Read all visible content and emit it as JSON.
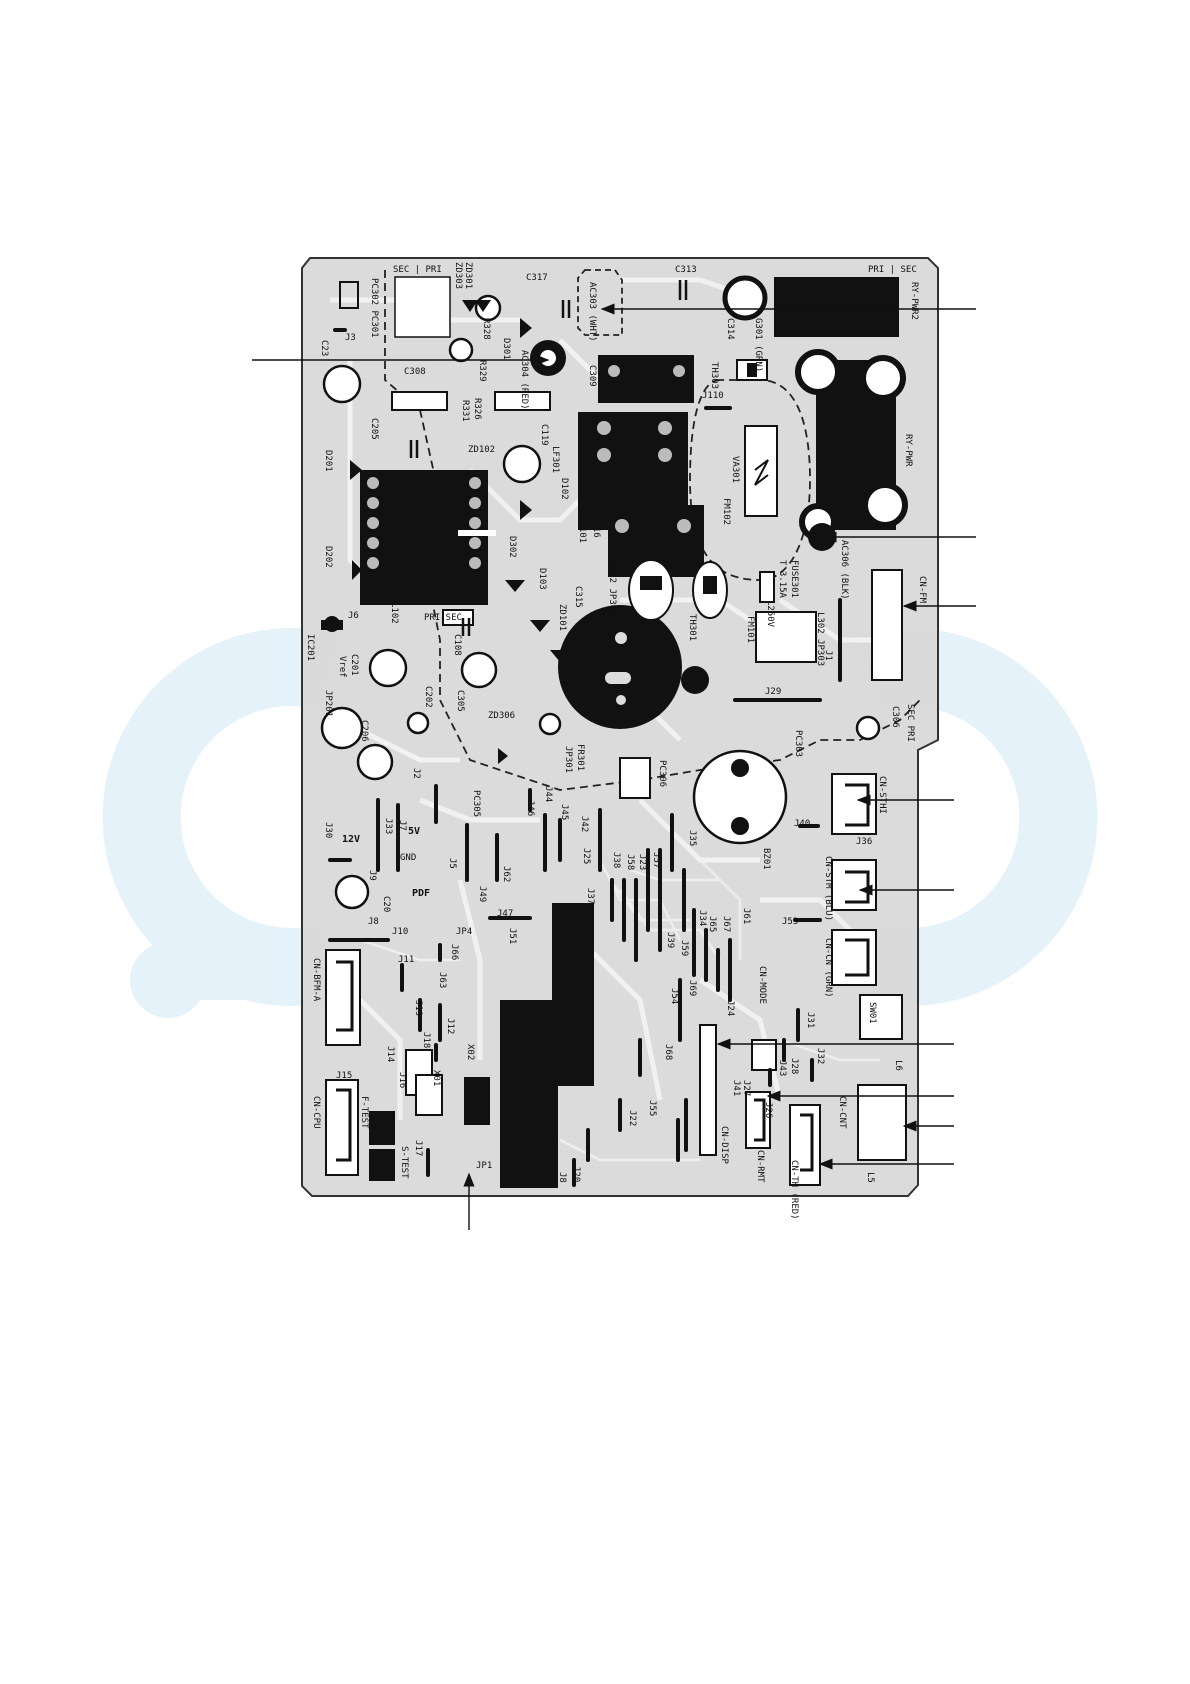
{
  "colors": {
    "board_fill": "#d9d9d9",
    "trace": "#f4f4f4",
    "component": "#111111",
    "watermark": "#e6f2f9"
  },
  "labels": {
    "sec_pri_top": "SEC | PRI",
    "pri_sec_top": "PRI | SEC",
    "c313": "C313",
    "c317": "C317",
    "ac303": "AC303 (WHT)",
    "ry_pwr2": "RY-PWR2",
    "zd301": "ZD301",
    "zd303": "ZD303",
    "pc302_pc301": "PC302 PC301",
    "c23": "C23",
    "j3": "J3",
    "r328": "R328",
    "d301": "D301",
    "c314": "C314",
    "g301": "G301 (GRN)",
    "ac304": "AC304 (RED)",
    "r329": "R329",
    "c308": "C308",
    "r326": "R326",
    "r331": "R331",
    "c309": "C309",
    "th303": "TH303",
    "j110": "J110",
    "ry_pwr": "RY-PWR",
    "c205": "C205",
    "zd102": "ZD102",
    "c119": "C119",
    "lf301": "LF301",
    "va301": "VA301",
    "d201": "D201",
    "d102": "D102",
    "fm102": "FM102",
    "c316": "C316",
    "ic101": "IC101",
    "d302": "D302",
    "ac306": "AC306 (BLK)",
    "fuse301": "FUSE301",
    "fuse_rating": "T 3.15A",
    "voltage": "L250V",
    "th302_jp302": "TH302 JP302",
    "d103": "D103",
    "c315": "C315",
    "zd101": "ZD101",
    "d202": "D202",
    "j6": "J6",
    "l102": "L102",
    "pri_sec_mid": "PRI SEC",
    "c108": "C108",
    "th301": "TH301",
    "fm101": "FM101",
    "l302_jp303": "L302 JP303",
    "cn_fm": "CN-FM",
    "ic201": "IC201",
    "c201": "C201",
    "vref": "Vref",
    "c202": "C202",
    "c305": "C305",
    "j1": "J1",
    "j29": "J29",
    "c306": "C306",
    "sec_right": "SEC PRI",
    "jp201": "JP201",
    "c206": "C206",
    "zd306": "ZD306",
    "fr301": "FR301",
    "jp301": "JP301",
    "pc303": "PC303",
    "pc306": "PC306",
    "j2": "J2",
    "pc305": "PC305",
    "j46": "J46",
    "j44": "J44",
    "j45": "J45",
    "j42": "J42",
    "cn_sthi": "CN-STHI",
    "j30": "J30",
    "j33": "J33",
    "v12": "12V",
    "j7": "J7",
    "v5": "5V",
    "j40": "J40",
    "j36": "J36",
    "gnd": "GND",
    "j35": "J35",
    "j57": "J57",
    "j23": "J23",
    "j58": "J58",
    "j38": "J38",
    "j25": "J25",
    "j5": "J5",
    "j62": "J62",
    "bz01": "BZ01",
    "cn_stm": "CN-STM (BLU)",
    "j9": "J9",
    "pdf": "PDF",
    "j49": "J49",
    "j37": "J37",
    "c20": "C20",
    "j8": "J8",
    "j47": "J47",
    "j34": "J34",
    "j65": "J65",
    "j67": "J67",
    "j61": "J61",
    "j53": "J53",
    "cn_cn": "CN-CN (GRN)",
    "j10": "J10",
    "jp4": "JP4",
    "j51": "J51",
    "j39": "J39",
    "j59": "J59",
    "j66": "J66",
    "cn_mode": "CN-MODE",
    "j11": "J11",
    "j63": "J63",
    "j54": "J54",
    "j69": "J69",
    "j24": "J24",
    "sw01": "SW01",
    "cn_bfm_a": "CN-BFM-A",
    "j19": "J19",
    "j31": "J31",
    "j12": "J12",
    "j18": "J18",
    "x02": "X02",
    "j43": "J43",
    "j28": "J28",
    "j32": "J32",
    "j14": "J14",
    "j68": "J68",
    "l6": "L6",
    "cn_cpu": "CN-CPU",
    "j15": "J15",
    "f_test": "F-TEST",
    "j16": "J16",
    "x01": "X01",
    "j41": "J41",
    "j27": "J27",
    "j26": "J26",
    "cn_cnt": "CN-CNT",
    "j22": "J22",
    "j55": "J55",
    "j17": "J17",
    "s_test": "S-TEST",
    "cn_disp": "CN-DISP",
    "cn_rmt": "CN-RMT",
    "cn_th": "CN-TH (RED)",
    "l5": "L5",
    "jp1": "JP1",
    "j20": "J20",
    "j8b": "J8"
  }
}
